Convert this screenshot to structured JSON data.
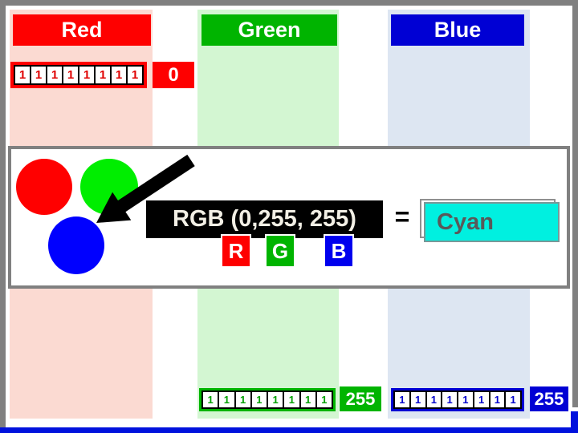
{
  "columns": [
    {
      "header": "Red",
      "bits": [
        "1",
        "1",
        "1",
        "1",
        "1",
        "1",
        "1",
        "1"
      ],
      "value": "0"
    },
    {
      "header": "Green",
      "bits": [
        "1",
        "1",
        "1",
        "1",
        "1",
        "1",
        "1",
        "1"
      ],
      "value": "255"
    },
    {
      "header": "Blue",
      "bits": [
        "1",
        "1",
        "1",
        "1",
        "1",
        "1",
        "1",
        "1"
      ],
      "value": "255"
    }
  ],
  "panel": {
    "rgb_label": "RGB (0,255, 255)",
    "channels": [
      {
        "label": "R",
        "color": "#fe0000"
      },
      {
        "label": "G",
        "color": "#00b400"
      },
      {
        "label": "B",
        "color": "#0000ee"
      }
    ],
    "equals": "=",
    "result_label": "Cyan",
    "result_color": "#00f0e0"
  },
  "colors": {
    "red": "#fe0000",
    "green": "#00b400",
    "blue": "#0000d4",
    "red_light": "#fbdad2",
    "green_light": "#d3f6d2",
    "blue_light": "#dde6f2",
    "circle_red": "#ff0000",
    "circle_green": "#00ee00",
    "circle_blue": "#0000ff",
    "cyan": "#00f0e0",
    "frame_gray": "#808080",
    "bottom_bar_blue": "#0011dd"
  }
}
